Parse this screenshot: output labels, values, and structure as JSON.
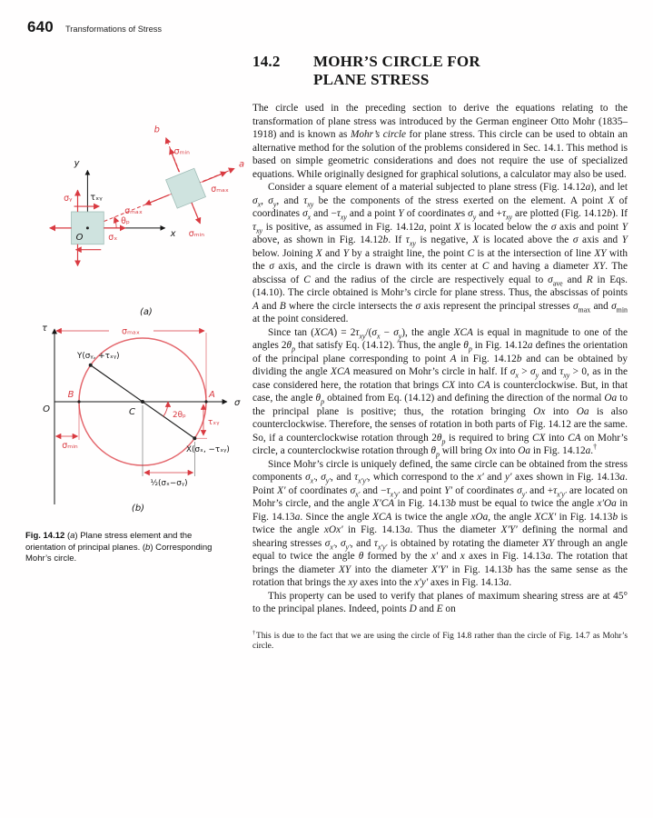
{
  "colors": {
    "accent": "#d93a41",
    "circle_stroke": "#e4676d",
    "element_fill": "#cfe3df"
  },
  "header": {
    "page_number": "640",
    "running_head": "Transformations of Stress"
  },
  "section": {
    "number": "14.2",
    "title_line1": "MOHR’S CIRCLE FOR",
    "title_line2": "PLANE STRESS"
  },
  "body": {
    "paragraphs": [
      "The circle used in the preceding section to derive the equations relating to the transformation of plane stress was introduced by the German engineer Otto Mohr (1835–1918) and is known as <i>Mohr’s circle</i> for plane stress. This circle can be used to obtain an alternative method for the solution of the problems considered in Sec. 14.1. This method is based on simple geometric considerations and does not require the use of specialized equations. While originally designed for graphical solutions, a calculator may also be used.",
      "Consider a square element of a material subjected to plane stress (Fig. 14.12<i>a</i>), and let <i>σ<sub>x</sub></i>, <i>σ<sub>y</sub></i>, and <i>τ<sub>xy</sub></i> be the components of the stress exerted on the element. A point <i>X</i> of coordinates <i>σ<sub>x</sub></i> and −<i>τ<sub>xy</sub></i> and a point <i>Y</i> of coordinates <i>σ<sub>y</sub></i> and +<i>τ<sub>xy</sub></i> are plotted (Fig. 14.12<i>b</i>). If <i>τ<sub>xy</sub></i> is positive, as assumed in Fig. 14.12<i>a</i>, point <i>X</i> is located below the <i>σ</i> axis and point <i>Y</i> above, as shown in Fig. 14.12<i>b</i>. If <i>τ<sub>xy</sub></i> is negative, <i>X</i> is located above the <i>σ</i> axis and <i>Y</i> below. Joining <i>X</i> and <i>Y</i> by a straight line, the point <i>C</i> is at the intersection of line <i>XY</i> with the <i>σ</i> axis, and the circle is drawn with its center at <i>C</i> and having a diameter <i>XY</i>. The abscissa of <i>C</i> and the radius of the circle are respectively equal to <i>σ</i><sub>ave</sub> and <i>R</i> in Eqs. (14.10). The circle obtained is Mohr’s circle for plane stress. Thus, the abscissas of points <i>A</i> and <i>B</i> where the circle intersects the <i>σ</i> axis represent the principal stresses <i>σ</i><sub>max</sub> and <i>σ</i><sub>min</sub> at the point considered.",
      "Since tan (<i>XCA</i>) = 2<i>τ<sub>xy</sub></i>/(<i>σ<sub>x</sub></i> − <i>σ<sub>y</sub></i>), the angle <i>XCA</i> is equal in magnitude to one of the angles 2<i>θ<sub>p</sub></i> that satisfy Eq. (14.12). Thus, the angle <i>θ<sub>p</sub></i> in Fig. 14.12<i>a</i> defines the orientation of the principal plane corresponding to point <i>A</i> in Fig. 14.12<i>b</i> and can be obtained by dividing the angle <i>XCA</i> measured on Mohr’s circle in half. If <i>σ<sub>x</sub></i> &gt; <i>σ<sub>y</sub></i> and <i>τ<sub>xy</sub></i> &gt; 0, as in the case considered here, the rotation that brings <i>CX</i> into <i>CA</i> is counterclockwise. But, in that case, the angle <i>θ<sub>p</sub></i> obtained from Eq. (14.12) and defining the direction of the normal <i>Oa</i> to the principal plane is positive; thus, the rotation bringing <i>Ox</i> into <i>Oa</i> is also counterclockwise. Therefore, the senses of rotation in both parts of Fig. 14.12 are the same. So, if a counterclockwise rotation through 2<i>θ<sub>p</sub></i> is required to bring <i>CX</i> into <i>CA</i> on Mohr’s circle, a counterclockwise rotation through <i>θ<sub>p</sub></i> will bring <i>Ox</i> into <i>Oa</i> in Fig. 14.12<i>a</i>.<sup>†</sup>",
      "Since Mohr’s circle is uniquely defined, the same circle can be obtained from the stress components <i>σ<sub>x′</sub></i>, <i>σ<sub>y′</sub></i>, and <i>τ<sub>x′y′</sub></i>, which correspond to the <i>x′</i> and <i>y′</i> axes shown in Fig. 14.13<i>a</i>. Point <i>X′</i> of coordinates <i>σ<sub>x′</sub></i> and −<i>τ<sub>x′y′</sub></i> and point <i>Y′</i> of coordinates <i>σ<sub>y′</sub></i> and +<i>τ<sub>x′y′</sub></i> are located on Mohr’s circle, and the angle <i>X′CA</i> in Fig. 14.13<i>b</i> must be equal to twice the angle <i>x′Oa</i> in Fig. 14.13<i>a</i>. Since the angle <i>XCA</i> is twice the angle <i>xOa</i>, the angle <i>XCX′</i> in Fig. 14.13<i>b</i> is twice the angle <i>xOx′</i> in Fig. 14.13<i>a</i>. Thus the diameter <i>X′Y′</i> defining the normal and shearing stresses <i>σ<sub>x′</sub></i>, <i>σ<sub>y′</sub></i>, and <i>τ<sub>x′y′</sub></i> is obtained by rotating the diameter <i>XY</i> through an angle equal to twice the angle <i>θ</i> formed by the <i>x′</i> and <i>x</i> axes in Fig. 14.13<i>a</i>. The rotation that brings the diameter <i>XY</i> into the diameter <i>X′Y′</i> in Fig. 14.13<i>b</i> has the same sense as the rotation that brings the <i>xy</i> axes into the <i>x′y′</i> axes in Fig. 14.13<i>a</i>.",
      "This property can be used to verify that planes of maximum shearing stress are at 45° to the principal planes. Indeed, points <i>D</i> and <i>E</i> on"
    ]
  },
  "footnote_html": "<sup>†</sup>This is due to the fact that we are using the circle of Fig 14.8 rather than the circle of Fig. 14.7 as Mohr’s circle.",
  "figure": {
    "caption_label": "Fig. 14.12",
    "caption_html": "(<i>a</i>) Plane stress element and the orientation of principal planes. (<i>b</i>) Corresponding Mohr’s circle.",
    "a": {
      "tag": "(a)",
      "axis_x": "x",
      "axis_y": "y",
      "axis_a": "a",
      "axis_b": "b",
      "origin": "O",
      "sigma_x": "σₓ",
      "sigma_y": "σᵧ",
      "tau_xy": "τₓᵧ",
      "theta_p": "θₚ",
      "sigma_max": "σₘₐₓ",
      "sigma_min": "σₘᵢₙ"
    },
    "b": {
      "tag": "(b)",
      "axis_tau": "τ",
      "axis_sigma": "σ",
      "origin": "O",
      "point_Y": "Y(σᵧ, +τₓᵧ)",
      "point_X": "X(σₓ, −τₓᵧ)",
      "point_A": "A",
      "point_B": "B",
      "point_C": "C",
      "angle_2tp": "2θₚ",
      "tau_xy": "τₓᵧ",
      "sigma_max": "σₘₐₓ",
      "sigma_min": "σₘᵢₙ",
      "half_diff": "½(σₓ−σᵧ)"
    }
  }
}
